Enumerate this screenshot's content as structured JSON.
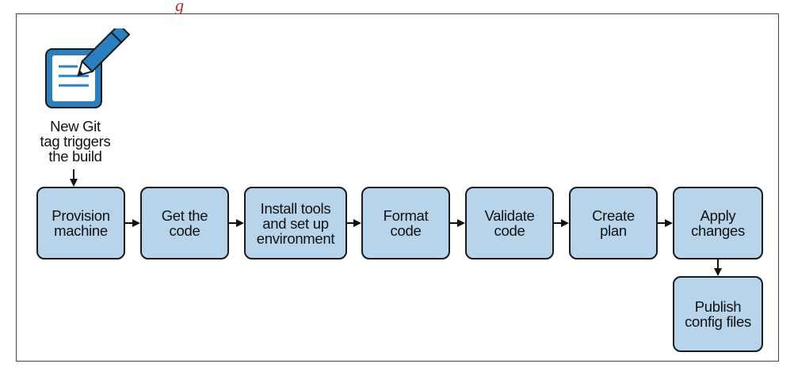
{
  "caption_fragment": "g",
  "trigger": {
    "label": "New Git\ntag triggers\nthe build",
    "icon": "document-edit-icon"
  },
  "steps": [
    {
      "id": "provision",
      "label": "Provision\nmachine"
    },
    {
      "id": "get-code",
      "label": "Get the\ncode"
    },
    {
      "id": "install-tools",
      "label": "Install tools\nand set up\nenvironment"
    },
    {
      "id": "format",
      "label": "Format\ncode"
    },
    {
      "id": "validate",
      "label": "Validate\ncode"
    },
    {
      "id": "plan",
      "label": "Create\nplan"
    },
    {
      "id": "apply",
      "label": "Apply\nchanges"
    },
    {
      "id": "publish",
      "label": "Publish\nconfig files"
    }
  ],
  "colors": {
    "box_fill": "#b7d4ea",
    "box_border": "#1a1a1a",
    "icon_blue": "#2a7fc1",
    "caption": "#b03030"
  }
}
